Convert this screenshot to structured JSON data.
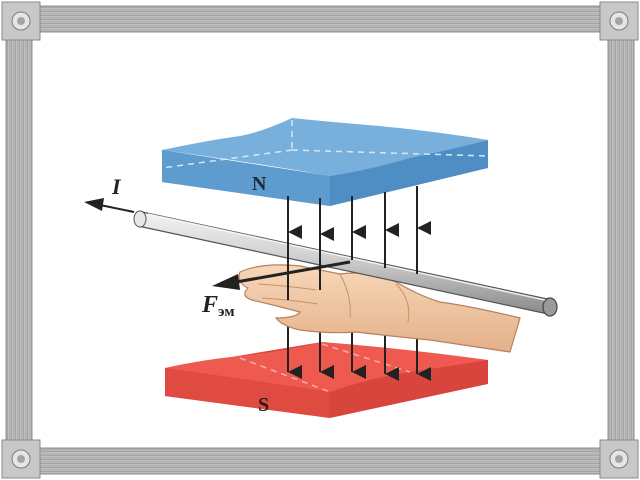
{
  "diagram": {
    "north_pole_label": "N",
    "south_pole_label": "S",
    "current_label": "I",
    "force_label_main": "F",
    "force_label_sub": "эм"
  },
  "colors": {
    "frame_gray": "#b9b9b9",
    "frame_dark": "#8f8f8f",
    "north_top": "#6fa9d6",
    "north_side": "#4f8ec4",
    "south_top": "#ee5a4f",
    "south_side": "#d8453c",
    "field_line": "#222222",
    "skin": "#f2c9a5",
    "rod": "#d9d9d9"
  },
  "icons": {
    "corner_bolt": "bolt-icon",
    "hand": "hand-icon"
  }
}
